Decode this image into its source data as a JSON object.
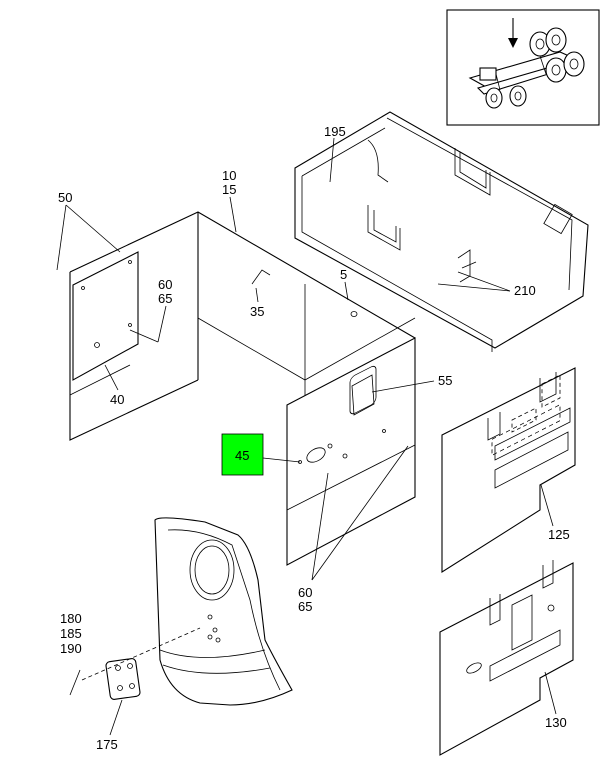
{
  "callouts": {
    "c50": "50",
    "c10": "10",
    "c15": "15",
    "c195": "195",
    "c60a": "60",
    "c65a": "65",
    "c5": "5",
    "c35": "35",
    "c210": "210",
    "c55": "55",
    "c40": "40",
    "c45": "45",
    "c125": "125",
    "c60b": "60",
    "c65b": "65",
    "c180": "180",
    "c185": "185",
    "c190": "190",
    "c130": "130",
    "c175": "175"
  },
  "highlight": {
    "color": "#00ff00",
    "label_ref": "45"
  }
}
